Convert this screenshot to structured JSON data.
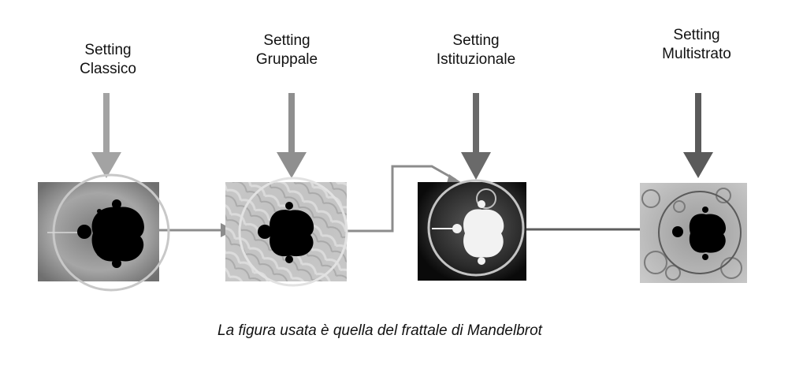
{
  "settings": [
    {
      "line1": "Setting",
      "line2": "Classico",
      "arrow_color": "#a3a3a3"
    },
    {
      "line1": "Setting",
      "line2": "Gruppale",
      "arrow_color": "#8f8f8f"
    },
    {
      "line1": "Setting",
      "line2": "Istituzionale",
      "arrow_color": "#6a6a6a"
    },
    {
      "line1": "Setting",
      "line2": "Multistrato",
      "arrow_color": "#5a5a5a"
    }
  ],
  "caption": "La figura usata è quella del frattale di Mandelbrot",
  "colors": {
    "connector": "#8c8c8c",
    "connector_dark": "#5e5e5e",
    "mandelbrot_set": "#000000",
    "mandelbrot_set_inverted": "#f2f2f2"
  }
}
